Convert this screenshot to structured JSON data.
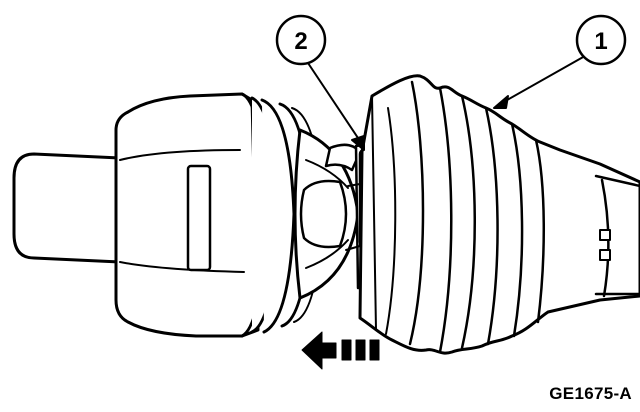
{
  "callouts": [
    {
      "number": "1",
      "target": "boot"
    },
    {
      "number": "2",
      "target": "clamp"
    }
  ],
  "figure_id": "GE1675-A",
  "colors": {
    "line": "#000000",
    "fill": "#ffffff"
  }
}
